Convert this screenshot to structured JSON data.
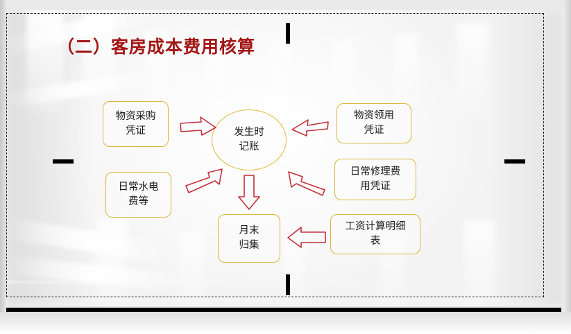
{
  "slide": {
    "title": "（二）客房成本费用核算",
    "title_color": "#a31515",
    "node_border_color": "#d9b63c",
    "arrow_color": "#c4303a"
  },
  "diagram": {
    "center_node": {
      "label": "发生时\n记账",
      "line1": "发生时",
      "line2": "记账"
    },
    "bottom_node": {
      "label": "月末\n归集",
      "line1": "月末",
      "line2": "归集"
    },
    "left_nodes": [
      {
        "line1": "物资采购",
        "line2": "凭证"
      },
      {
        "line1": "日常水电",
        "line2": "费等"
      }
    ],
    "right_nodes": [
      {
        "line1": "物资领用",
        "line2": "凭证"
      },
      {
        "line1": "日常修理费",
        "line2": "用凭证"
      },
      {
        "line1": "工资计算明细",
        "line2": "表"
      }
    ],
    "arrows": [
      {
        "name": "arrow-purchase-to-center",
        "direction": "right"
      },
      {
        "name": "arrow-requisition-to-center",
        "direction": "left"
      },
      {
        "name": "arrow-utilities-to-center",
        "direction": "up-right"
      },
      {
        "name": "arrow-repair-to-center",
        "direction": "up-left"
      },
      {
        "name": "arrow-center-to-collect",
        "direction": "down"
      },
      {
        "name": "arrow-payroll-to-collect",
        "direction": "left"
      }
    ]
  },
  "handles": [
    {
      "name": "crop-handle-top",
      "orientation": "vertical"
    },
    {
      "name": "crop-handle-left",
      "orientation": "horizontal"
    },
    {
      "name": "crop-handle-right",
      "orientation": "horizontal"
    },
    {
      "name": "crop-handle-bottom",
      "orientation": "vertical"
    }
  ]
}
